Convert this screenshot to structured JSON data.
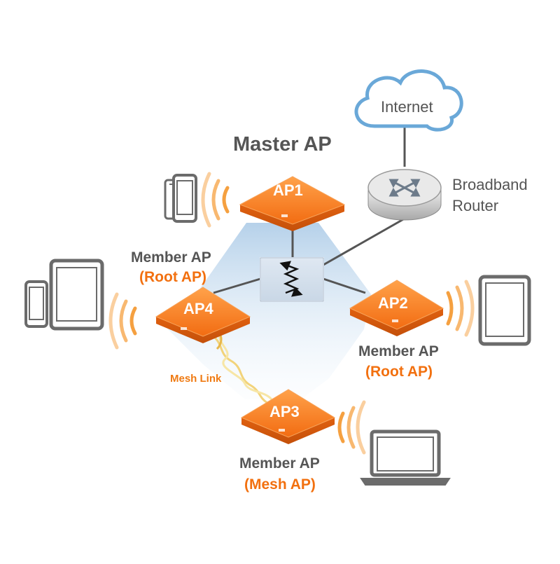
{
  "internet": {
    "label": "Internet"
  },
  "router": {
    "label_line1": "Broadband",
    "label_line2": "Router"
  },
  "master": {
    "label": "Master AP"
  },
  "aps": {
    "ap1": {
      "label": "AP1"
    },
    "ap2": {
      "label": "AP2",
      "member": "Member  AP",
      "role": "(Root AP)"
    },
    "ap3": {
      "label": "AP3",
      "member": "Member  AP",
      "role": "(Mesh  AP)"
    },
    "ap4": {
      "label": "AP4",
      "member": "Member  AP",
      "role": "(Root AP)"
    }
  },
  "mesh_link": {
    "label": "Mesh Link"
  },
  "colors": {
    "ap_orange": "#f47a1f",
    "ap_orange_dark": "#d85a10",
    "wave_orange": "#f5a040",
    "label_orange": "#f2700f",
    "text_gray": "#555555",
    "cloud_blue": "#6aa8d8",
    "device_gray": "#6b6b6b"
  }
}
